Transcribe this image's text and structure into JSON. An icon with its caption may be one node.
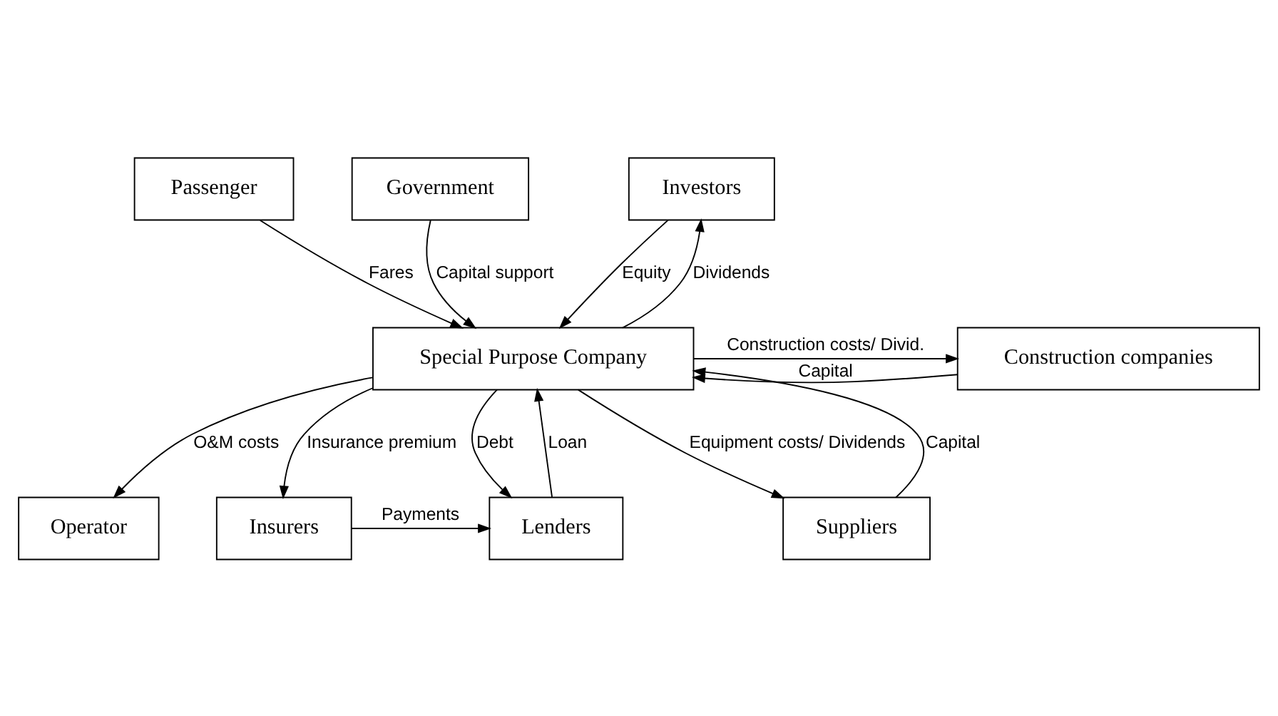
{
  "diagram": {
    "nodes": [
      {
        "text": [
          "Passenger"
        ]
      },
      {
        "text": [
          "Government"
        ]
      },
      {
        "text": [
          "Investors"
        ]
      },
      {
        "text": [
          "Special Purpose Company"
        ]
      },
      {
        "text": [
          "Construction companies"
        ]
      },
      {
        "text": [
          "Operator"
        ]
      },
      {
        "text": [
          "Insurers"
        ]
      },
      {
        "text": [
          "Lenders"
        ]
      },
      {
        "text": [
          "Suppliers"
        ]
      }
    ],
    "edges": [
      {
        "from": 1,
        "to": 3,
        "arrow": "to",
        "label": "Capital support"
      },
      {
        "from": 0,
        "to": 3,
        "arrow": "to",
        "label": "Fares"
      },
      {
        "from": 2,
        "to": 3,
        "arrow": "to",
        "label": "Equity"
      },
      {
        "from": 3,
        "to": 2,
        "arrow": "to",
        "label": "Dividends"
      },
      {
        "from": 4,
        "to": 3,
        "arrow": "to",
        "label": "Capital"
      },
      {
        "from": 3,
        "to": 4,
        "arrow": "to",
        "label": "Construction costs/ Divid."
      },
      {
        "from": 3,
        "to": 5,
        "arrow": "to",
        "label": "O&M costs"
      },
      {
        "from": 3,
        "to": 6,
        "arrow": "to",
        "label": "Insurance premium"
      },
      {
        "from": 3,
        "to": 7,
        "arrow": "to",
        "label": "Debt"
      },
      {
        "from": 7,
        "to": 3,
        "arrow": "to",
        "label": "Loan"
      },
      {
        "from": 3,
        "to": 8,
        "arrow": "to",
        "label": "Equipment costs/ Dividends"
      },
      {
        "from": 8,
        "to": 3,
        "arrow": "to",
        "label": "Capital"
      },
      {
        "from": 6,
        "to": 7,
        "arrow": "to",
        "label": "Payments"
      }
    ]
  }
}
